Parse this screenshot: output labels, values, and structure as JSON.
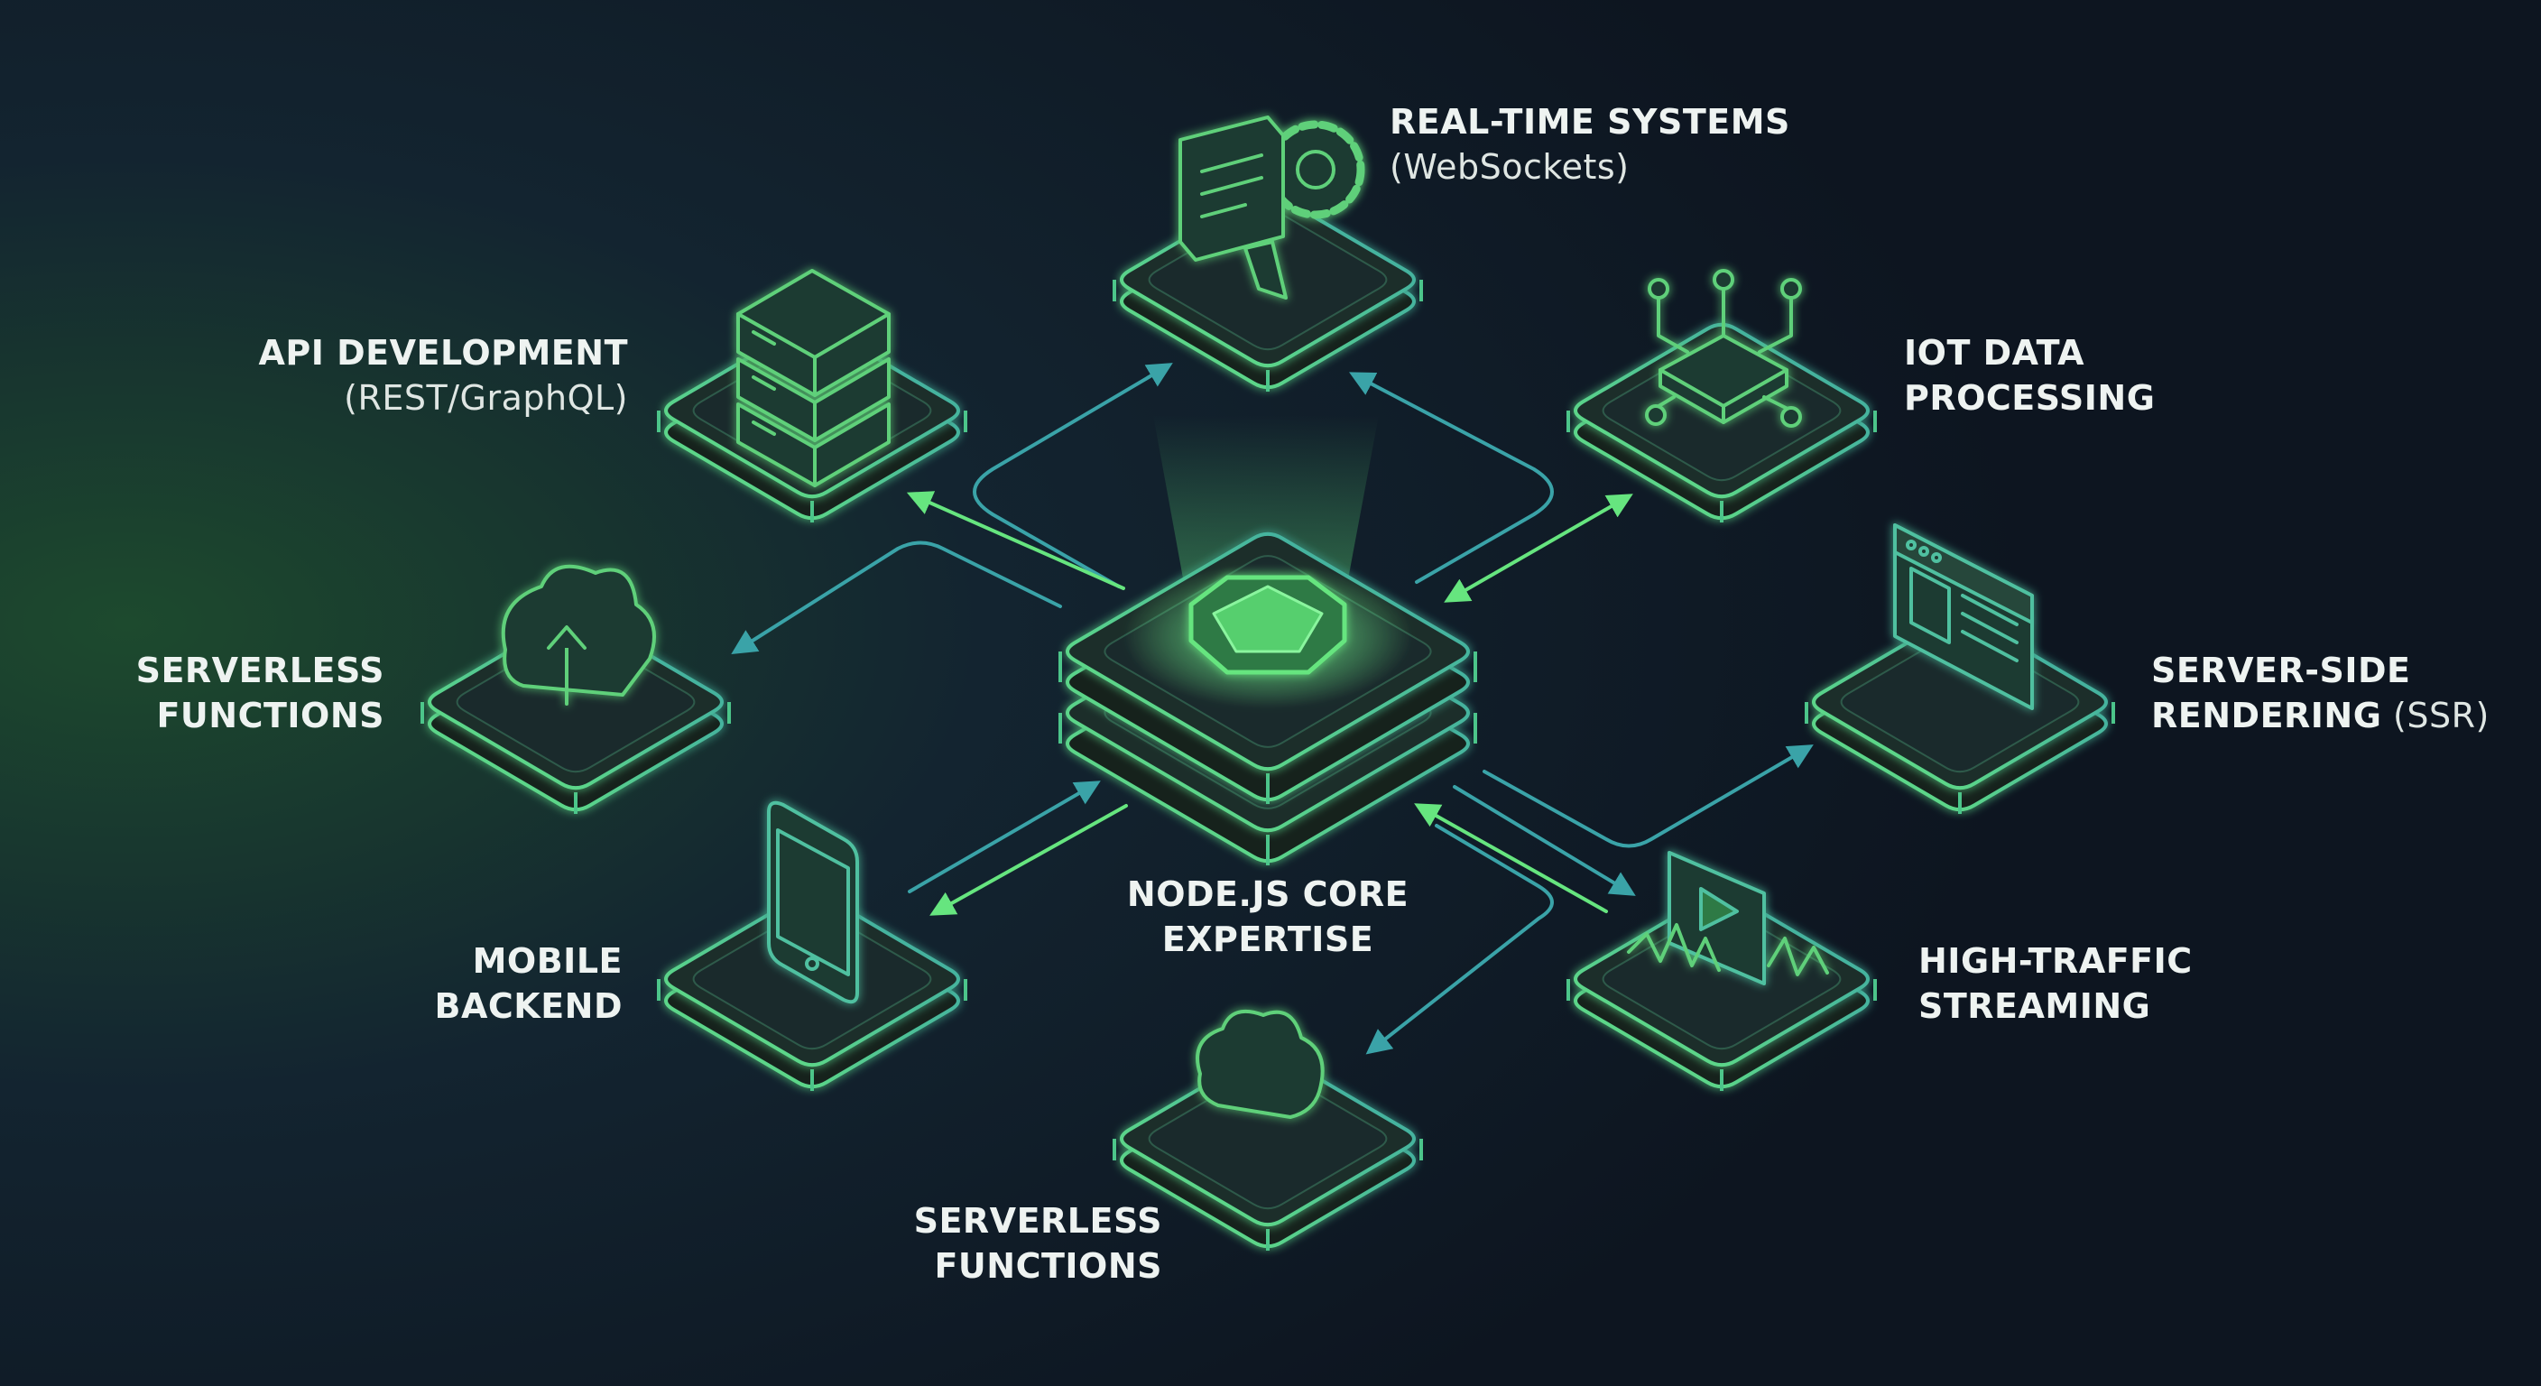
{
  "colors": {
    "background": "#0e1620",
    "accent_green": "#5fe07a",
    "accent_teal": "#3aa3a8",
    "platform_fill": "#1c2d2b",
    "label_text": "#eef3f1"
  },
  "center": {
    "label_line1": "NODE.JS CORE",
    "label_line2": "EXPERTISE",
    "icon": "hexagon-core-icon"
  },
  "nodes": {
    "realtime": {
      "line1": "REAL-TIME SYSTEMS",
      "line2": "(WebSockets)",
      "icon": "chat-gear-icon"
    },
    "api": {
      "line1": "API DEVELOPMENT",
      "line2": "(REST/GraphQL)",
      "icon": "server-stack-icon"
    },
    "iot": {
      "line1": "IOT DATA",
      "line2": "PROCESSING",
      "icon": "chip-circuit-icon"
    },
    "serverless_left": {
      "line1": "SERVERLESS",
      "line2": "FUNCTIONS",
      "icon": "cloud-upload-icon"
    },
    "ssr": {
      "line1": "SERVER-SIDE",
      "line2a": "RENDERING",
      "line2b": " (SSR)",
      "icon": "browser-window-icon"
    },
    "mobile": {
      "line1": "MOBILE",
      "line2": "BACKEND",
      "icon": "smartphone-icon"
    },
    "streaming": {
      "line1": "HIGH-TRAFFIC",
      "line2": "STREAMING",
      "icon": "video-play-icon"
    },
    "serverless_bottom": {
      "line1": "SERVERLESS",
      "line2": "FUNCTIONS",
      "icon": "cloud-icon"
    }
  }
}
